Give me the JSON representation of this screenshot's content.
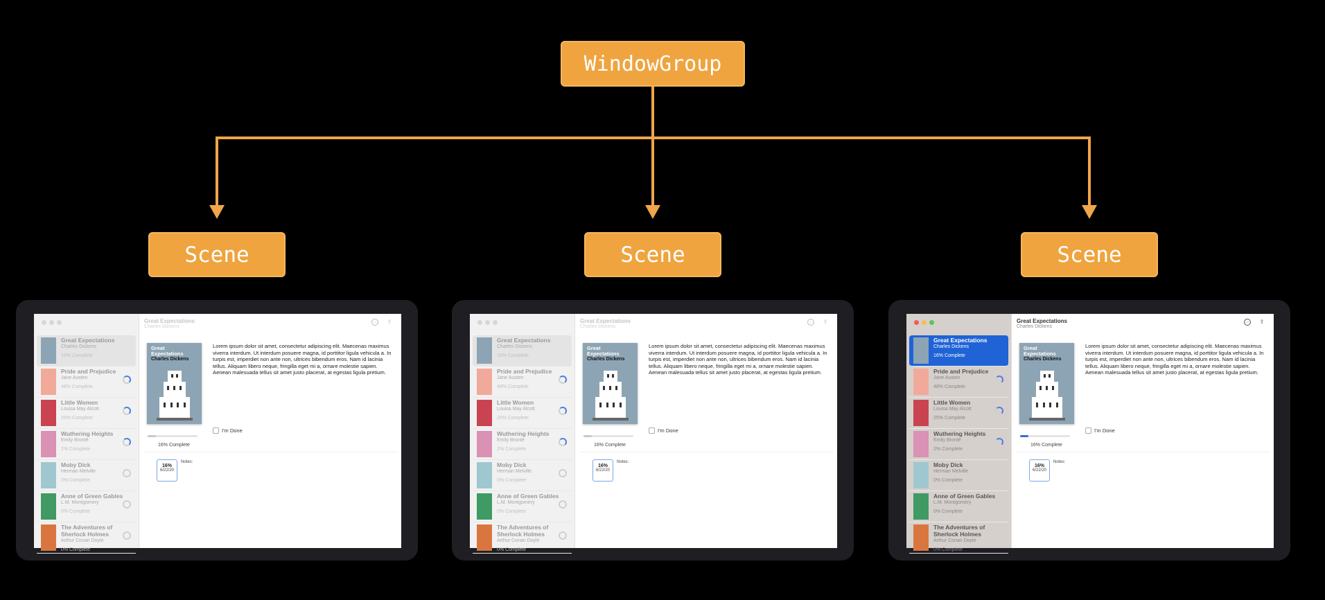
{
  "hierarchy": {
    "root": "WindowGroup",
    "children": [
      "Scene",
      "Scene",
      "Scene"
    ]
  },
  "colors": {
    "node": "#efa43f",
    "connector": "#f0a54a",
    "background": "#000000",
    "selection": "#1f63d6"
  },
  "app": {
    "books": [
      {
        "title": "Great Expectations",
        "author": "Charles Dickens",
        "progress": "16% Complete",
        "cover_color": "#8da4b4",
        "fraction": 0.16
      },
      {
        "title": "Pride and Prejudice",
        "author": "Jane Austen",
        "progress": "48% Complete",
        "cover_color": "#f1a99a",
        "fraction": 0.48
      },
      {
        "title": "Little Women",
        "author": "Louisa May Alcott",
        "progress": "25% Complete",
        "cover_color": "#c94450",
        "fraction": 0.25
      },
      {
        "title": "Wuthering Heights",
        "author": "Emily Brontë",
        "progress": "2% Complete",
        "cover_color": "#d991b4",
        "fraction": 0.02
      },
      {
        "title": "Moby Dick",
        "author": "Herman Melville",
        "progress": "0% Complete",
        "cover_color": "#9fc7cf",
        "fraction": 0.0
      },
      {
        "title": "Anne of Green Gables",
        "author": "L.M. Montgomery",
        "progress": "0% Complete",
        "cover_color": "#3f9a63",
        "fraction": 0.0
      },
      {
        "title": "The Adventures of Sherlock Holmes",
        "author": "Arthur Conan Doyle",
        "progress": "0% Complete",
        "cover_color": "#d9763f",
        "fraction": 0.0
      }
    ],
    "detail": {
      "title": "Great Expectations",
      "author": "Charles Dickens",
      "cover_title": "Great Expectations",
      "cover_author": "Charles Dickens",
      "body": "Lorem ipsum dolor sit amet, consectetur adipiscing elit. Maecenas maximus viverra interdum. Ut interdum posuere magna, id porttitor ligula vehicula a. In turpis est, imperdiet non ante non, ultrices bibendum eros. Nam id lacinia tellus. Aliquam libero neque, fringilla eget mi a, ornare molestie sapien. Aenean malesuada tellus sit amet justo placerat, at egestas ligula pretium.",
      "done_label": "I'm Done",
      "progress_fraction": 0.16,
      "complete_label": "16% Complete",
      "card_percent": "16%",
      "card_date": "6/22/20",
      "notes_label": "Notes:"
    }
  },
  "windows": [
    {
      "active": false
    },
    {
      "active": false
    },
    {
      "active": true
    }
  ]
}
